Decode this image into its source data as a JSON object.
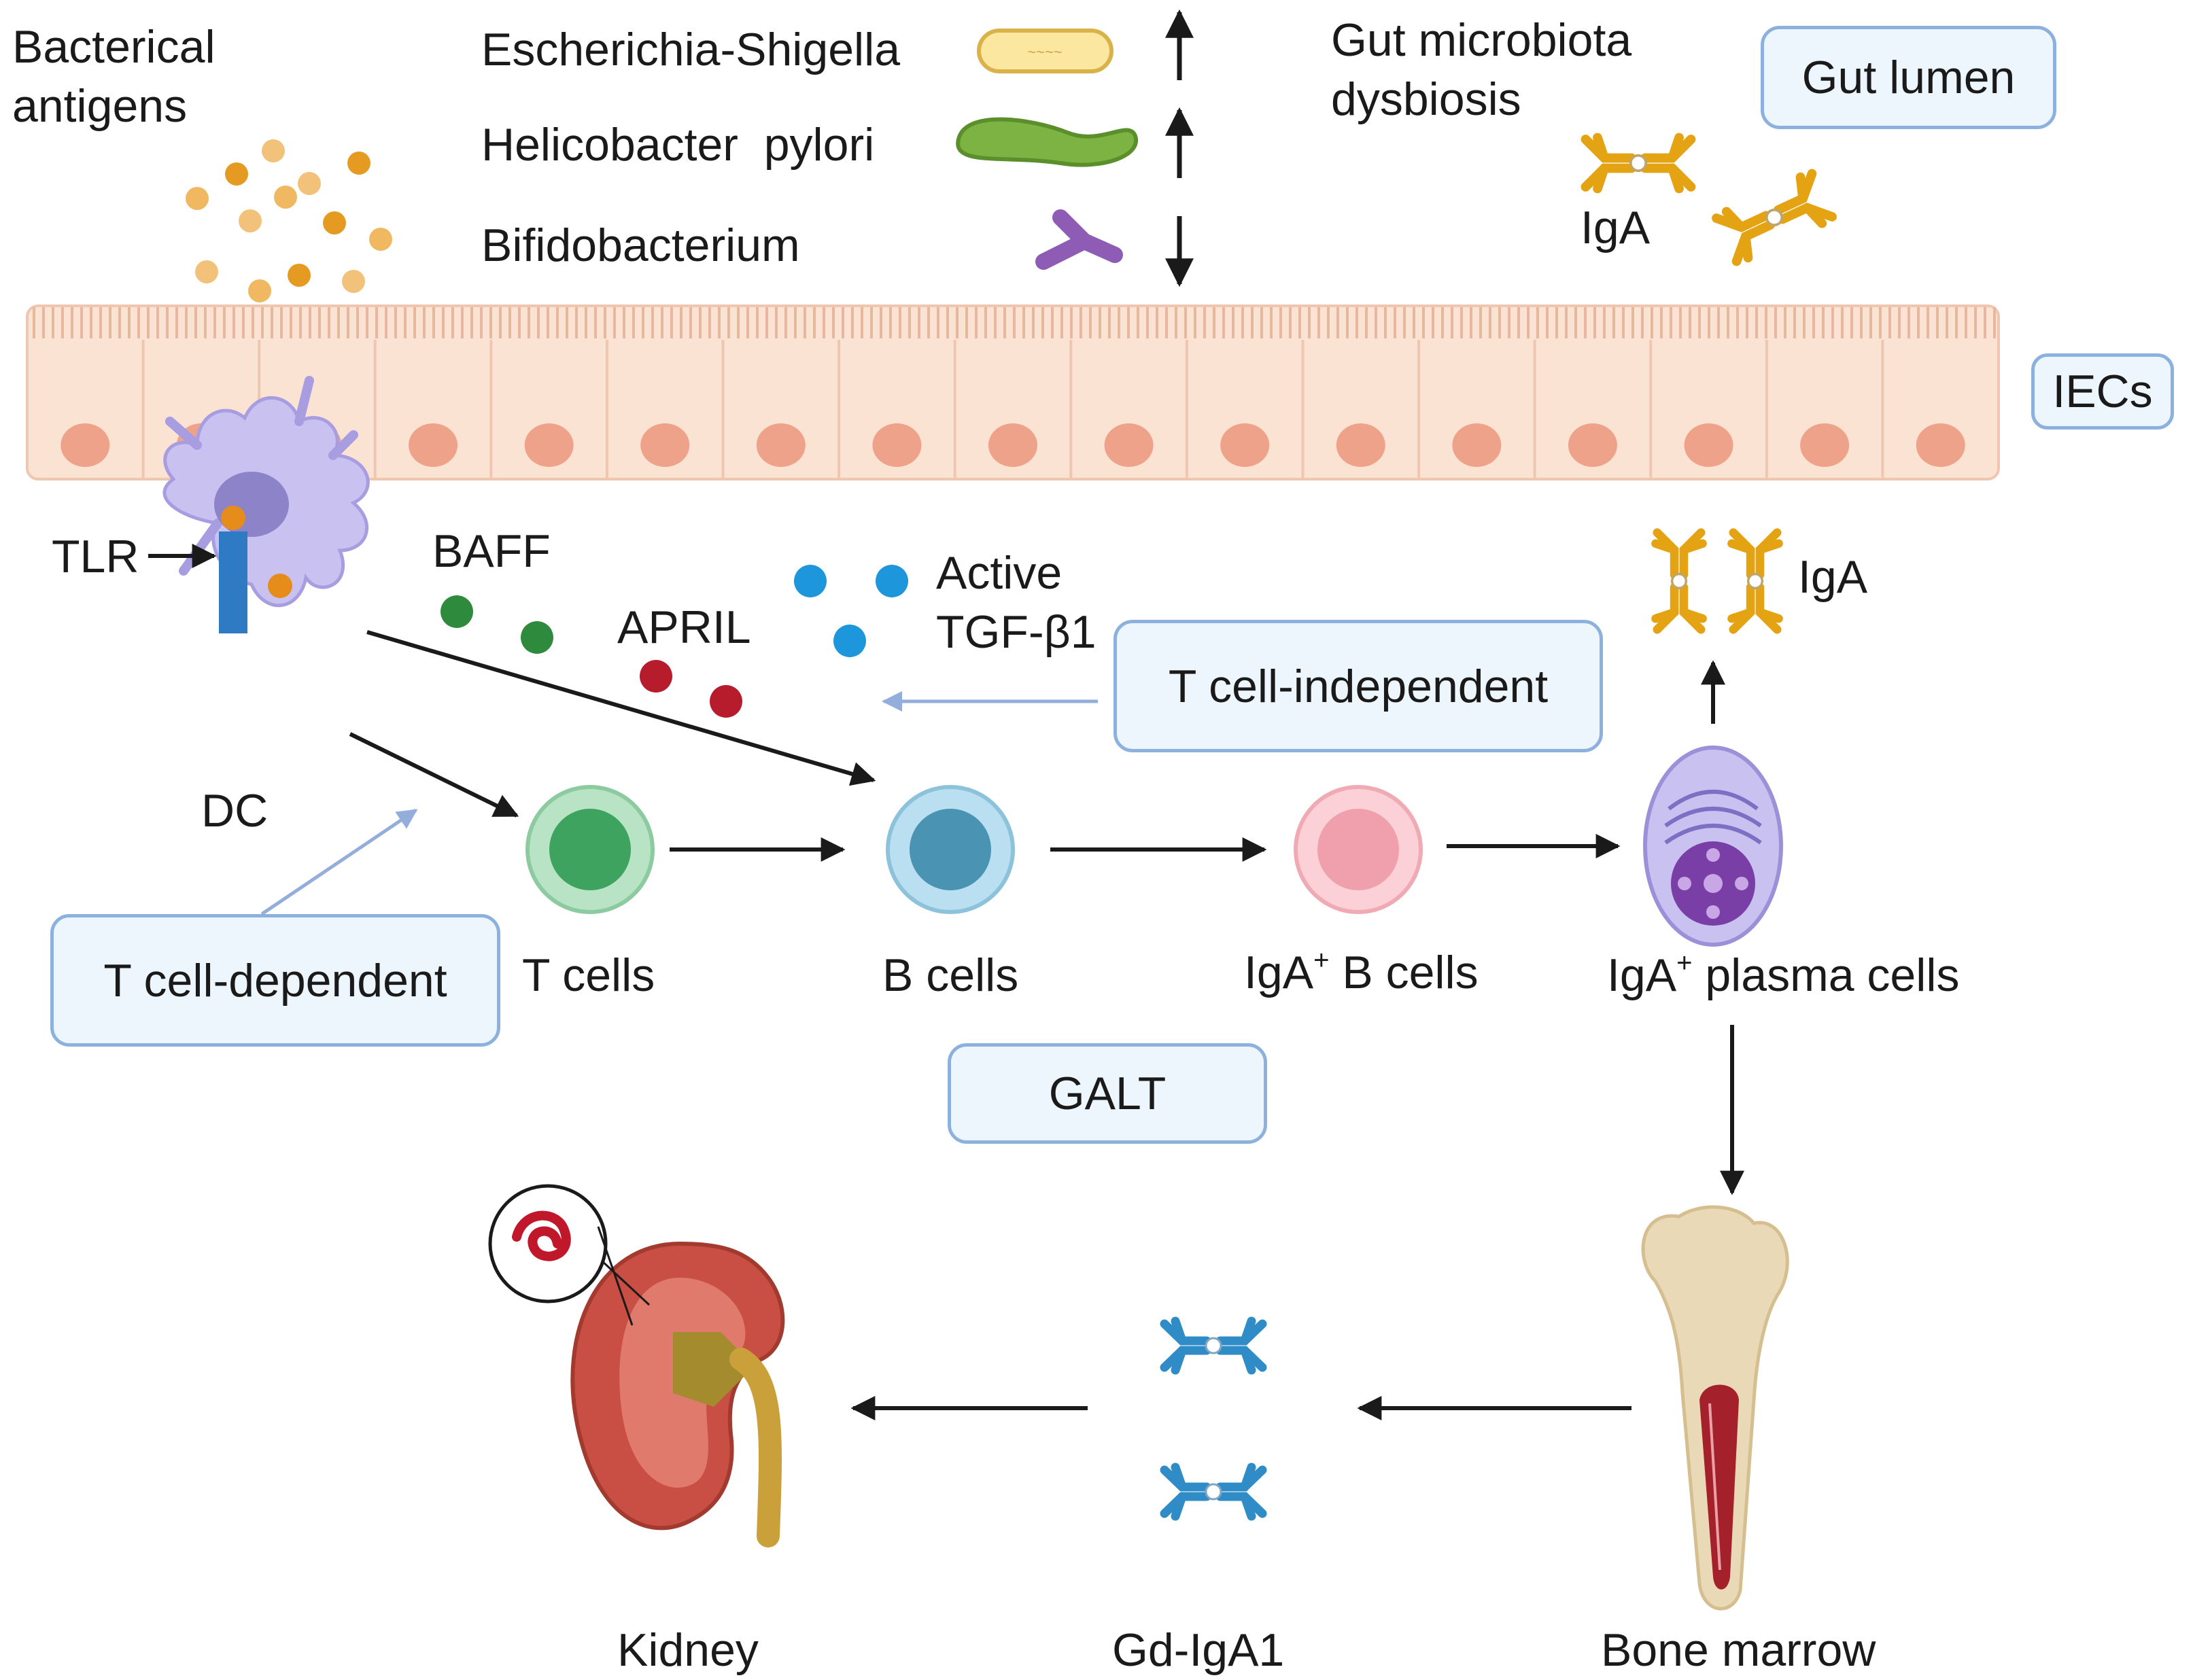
{
  "labels": {
    "bacterial_antigens": "Bacterical antigens",
    "escherichia": "Escherichia-Shigella",
    "helicobacter": "Helicobacter  pylori",
    "bifidobacterium": "Bifidobacterium",
    "dysbiosis": "Gut microbiota dysbiosis",
    "gut_lumen": "Gut lumen",
    "iga_lumen": "IgA",
    "iecs": "IECs",
    "tlr": "TLR",
    "dc": "DC",
    "baff": "BAFF",
    "april": "APRIL",
    "active_tgf": "Active TGF-β1",
    "iga_secreted": "IgA",
    "t_cell_independent": "T cell-independent",
    "t_cell_dependent": "T cell-dependent",
    "t_cells": "T cells",
    "b_cells": "B cells",
    "iga_b_cells_pre": "IgA",
    "iga_b_cells_sup": "+",
    "iga_b_cells_post": " B cells",
    "iga_plasma_pre": "IgA",
    "iga_plasma_sup": "+",
    "iga_plasma_post": " plasma cells",
    "galt": "GALT",
    "kidney": "Kidney",
    "gd_iga1": "Gd-IgA1",
    "bone_marrow": "Bone marrow"
  },
  "trends": {
    "escherichia": "up",
    "helicobacter": "up",
    "bifidobacterium": "down"
  },
  "colors": {
    "epithelium": "#fbe3d3",
    "nucleus": "#eea28a",
    "iga_gold": "#e3a313",
    "gd_iga1_blue": "#2f8cc6",
    "box_border": "#8cb1de",
    "box_fill": "#eef6fd",
    "arrow": "#1a1a1a",
    "arrow_light": "#93aedb"
  },
  "icons": {
    "antigen": "orange-dot-cluster-icon",
    "escherichia": "rod-bacterium-icon",
    "helicobacter": "curved-bacterium-icon",
    "bifidobacterium": "branched-bacterium-icon",
    "iga": "iga-dimer-icon",
    "dc": "dendritic-cell-icon",
    "t_cell": "t-cell-icon",
    "b_cell": "b-cell-icon",
    "iga_b_cell": "iga-b-cell-icon",
    "plasma_cell": "plasma-cell-icon",
    "bone": "femur-bone-icon",
    "kidney": "kidney-icon",
    "gd_iga1": "gd-iga1-icon"
  }
}
